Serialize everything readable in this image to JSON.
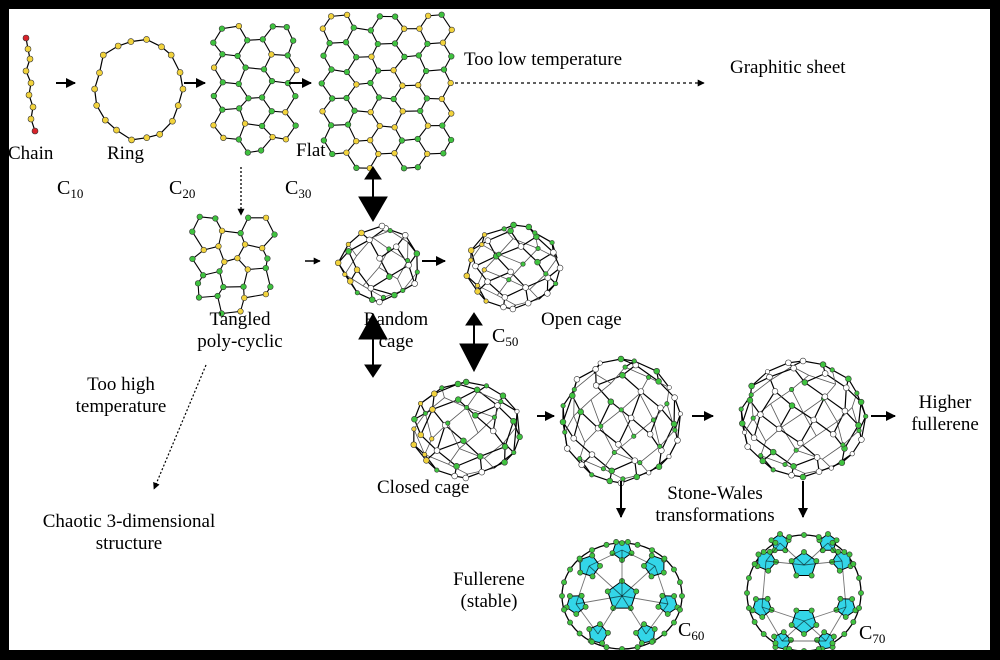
{
  "labels": {
    "chain": "Chain",
    "ring": "Ring",
    "flat": "Flat",
    "too_low": "Too low temperature",
    "graphitic": "Graphitic sheet",
    "tangled_1": "Tangled",
    "tangled_2": "poly-cyclic",
    "random_1": "Random",
    "random_2": "cage",
    "open_cage": "Open cage",
    "too_high_1": "Too high",
    "too_high_2": "temperature",
    "chaotic_1": "Chaotic 3-dimensional",
    "chaotic_2": "structure",
    "closed_cage": "Closed cage",
    "higher_1": "Higher",
    "higher_2": "fullerene",
    "stone_1": "Stone-Wales",
    "stone_2": "transformations",
    "fullerene_1": "Fullerene",
    "fullerene_2": "(stable)"
  },
  "formulas": {
    "c10": {
      "sym": "C",
      "sub": "10"
    },
    "c20": {
      "sym": "C",
      "sub": "20"
    },
    "c30": {
      "sym": "C",
      "sub": "30"
    },
    "c50": {
      "sym": "C",
      "sub": "50"
    },
    "c60": {
      "sym": "C",
      "sub": "60"
    },
    "c70": {
      "sym": "C",
      "sub": "70"
    }
  },
  "colors": {
    "background": "#ffffff",
    "frame": "#000000",
    "atom_yellow": "#f2d33c",
    "atom_green": "#3fc23f",
    "atom_red": "#d8232a",
    "pentagon_fill": "#33d6e8",
    "bond": "#000000"
  }
}
